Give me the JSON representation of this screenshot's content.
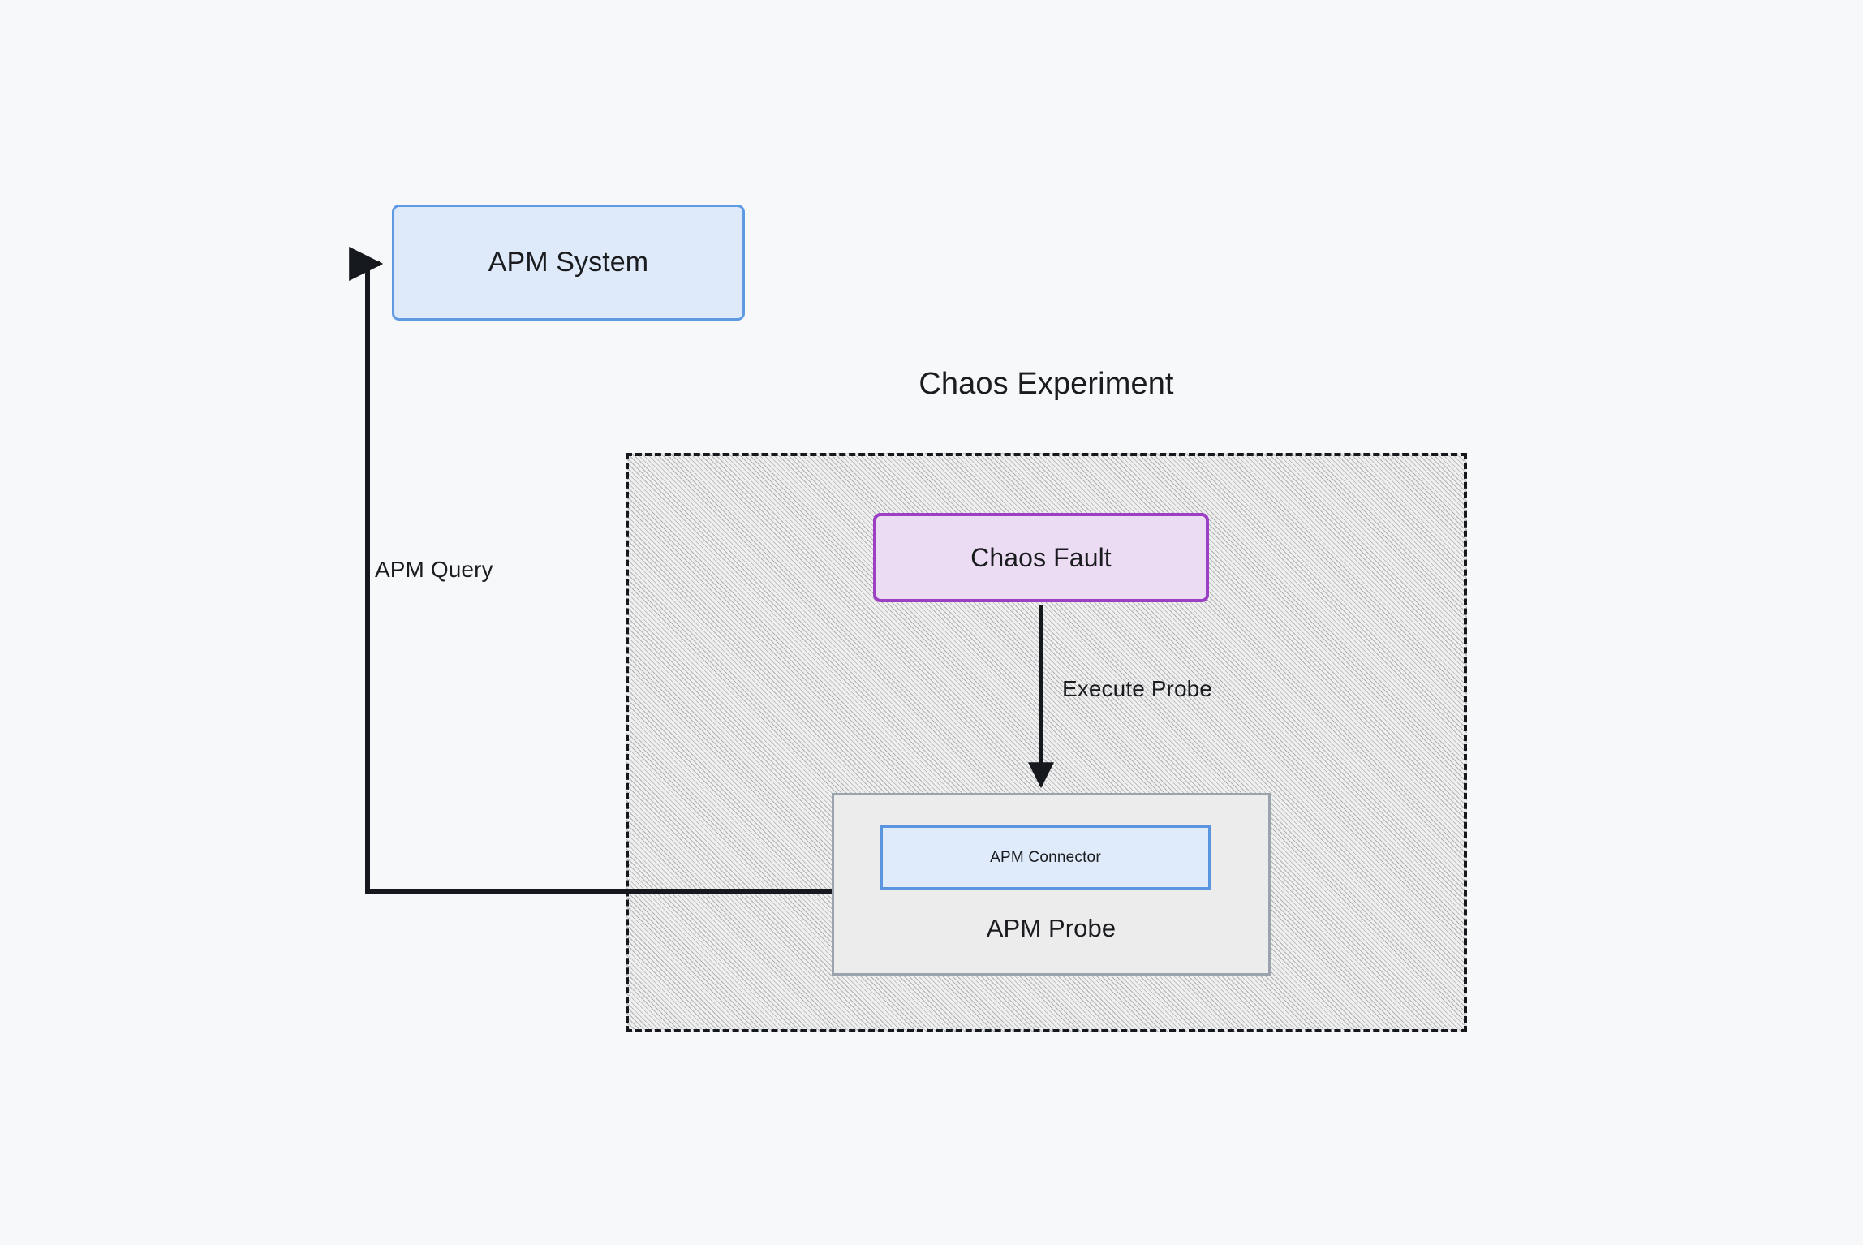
{
  "diagram": {
    "title": "Chaos Experiment",
    "background_color": "#f7f8fa"
  },
  "nodes": {
    "apm_system": {
      "label": "APM System",
      "fill": "#deeafa",
      "stroke": "#5e9ae4"
    },
    "chaos_fault": {
      "label": "Chaos Fault",
      "fill": "#ecdcf3",
      "stroke": "#9b3fc4"
    },
    "apm_probe": {
      "label": "APM Probe",
      "fill": "#ececed",
      "stroke": "#9ba3ad"
    },
    "apm_connector": {
      "label": "APM Connector",
      "fill": "#dfeafa",
      "stroke": "#5b95df"
    },
    "chaos_experiment": {
      "label": "Chaos Experiment",
      "fill": "#efefef",
      "stroke": "#15181c",
      "border_style": "dashed"
    }
  },
  "edges": {
    "apm_query": {
      "label": "APM Query",
      "from": "apm_probe",
      "to": "apm_system",
      "color": "#15181c"
    },
    "execute_probe": {
      "label": "Execute Probe",
      "from": "chaos_fault",
      "to": "apm_probe",
      "color": "#15181c"
    }
  }
}
